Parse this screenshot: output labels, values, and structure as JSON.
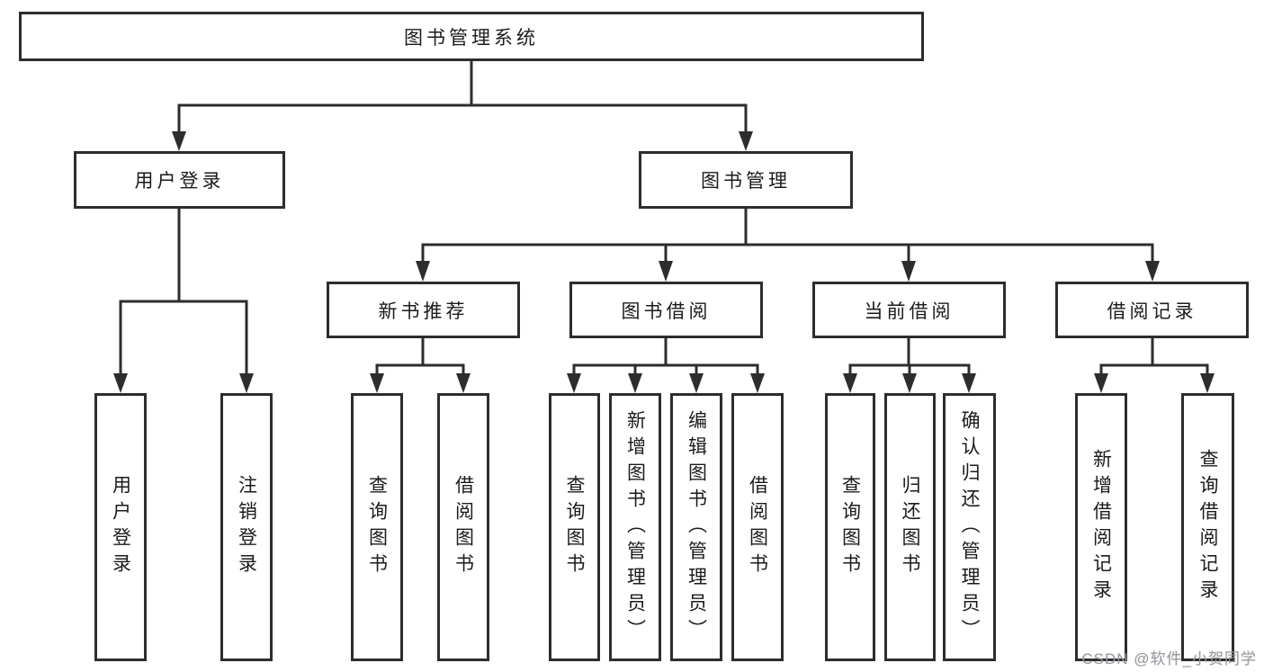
{
  "diagram": {
    "title_node": {
      "label": "图书管理系统"
    },
    "level2": [
      {
        "id": "user-login",
        "label": "用户登录"
      },
      {
        "id": "book-management",
        "label": "图书管理"
      }
    ],
    "level3": [
      {
        "id": "new-book-recommend",
        "label": "新书推荐"
      },
      {
        "id": "book-borrow",
        "label": "图书借阅"
      },
      {
        "id": "current-borrow",
        "label": "当前借阅"
      },
      {
        "id": "borrow-records",
        "label": "借阅记录"
      }
    ],
    "leaves": {
      "user_login": [
        {
          "label": "用户登录"
        },
        {
          "label": "注销登录"
        }
      ],
      "new_book": [
        {
          "label": "查询图书"
        },
        {
          "label": "借阅图书"
        }
      ],
      "book_borrow": [
        {
          "label": "查询图书"
        },
        {
          "label": "新增图书（管理员）"
        },
        {
          "label": "编辑图书（管理员）"
        },
        {
          "label": "借阅图书"
        }
      ],
      "current_borrow": [
        {
          "label": "查询图书"
        },
        {
          "label": "归还图书"
        },
        {
          "label": "确认归还（管理员）"
        }
      ],
      "borrow_records": [
        {
          "label": "新增借阅记录"
        },
        {
          "label": "查询借阅记录"
        }
      ]
    },
    "colors": {
      "line": "#2d2d2d",
      "text": "#1b1b1b",
      "background": "#ffffff",
      "watermark": "#96999e"
    }
  },
  "watermark": {
    "text": "CSDN @软件_小贺同学"
  }
}
